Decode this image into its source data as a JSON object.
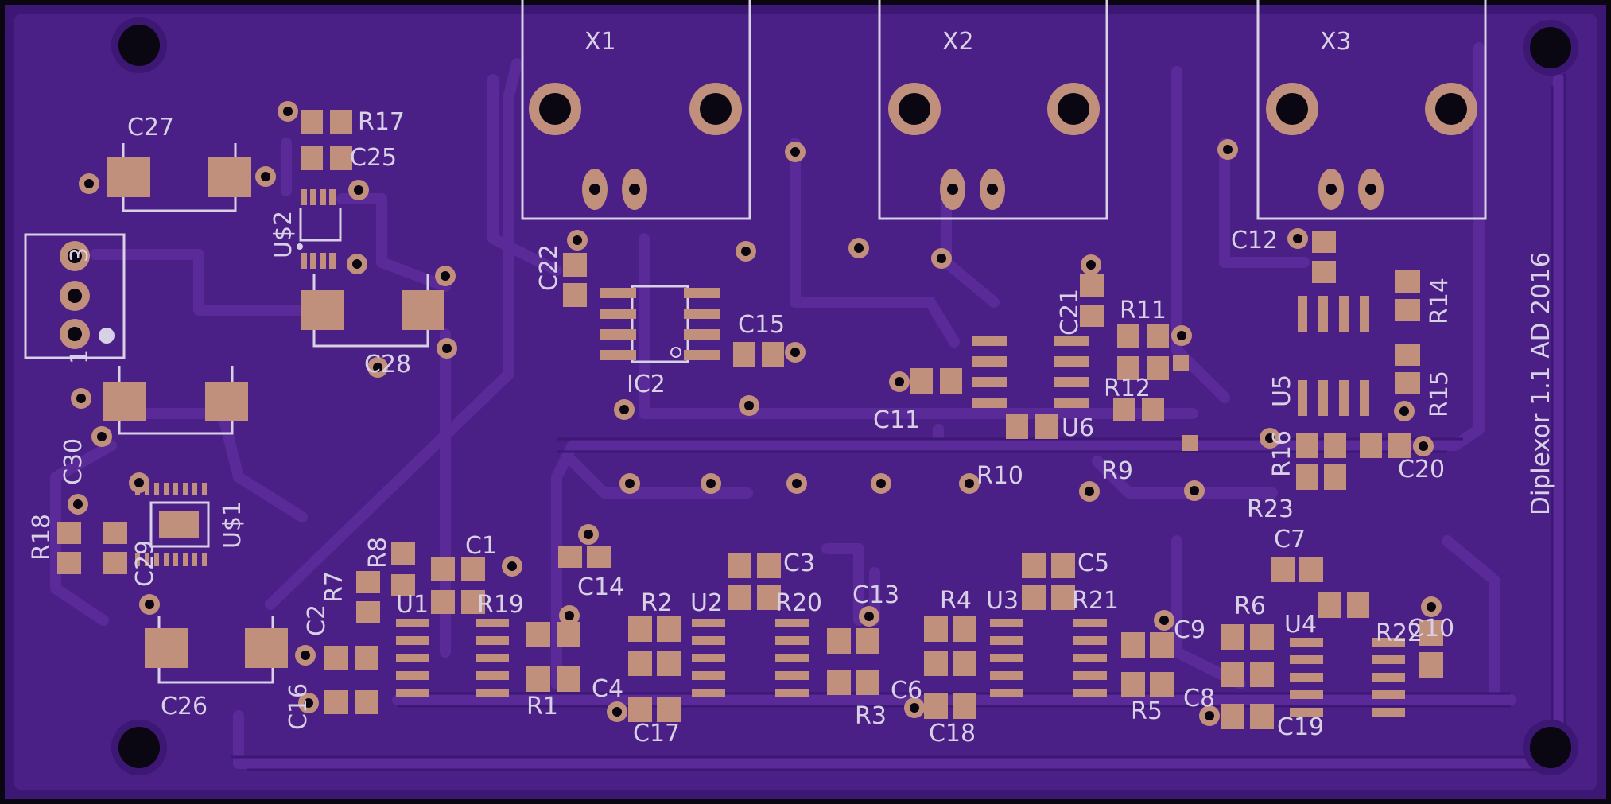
{
  "board": {
    "colors": {
      "substrate": "#3c1773",
      "copper": "#4a1f86",
      "trace": "#5a2a98",
      "silkscreen": "#d8d0e4",
      "pad": "#c0907c",
      "drill": "#0a0612",
      "edge": "#0a0712"
    },
    "title": "Diplexor 1.1 AD 2016",
    "connectors": [
      "X1",
      "X2",
      "X3"
    ],
    "labels": {
      "C27": "C27",
      "R17": "R17",
      "C25": "C25",
      "U$2": "U$2",
      "C28": "C28",
      "C30": "C30",
      "R18": "R18",
      "C29": "C29",
      "U$1": "U$1",
      "C26": "C26",
      "C22": "C22",
      "IC2": "IC2",
      "C15": "C15",
      "C11": "C11",
      "C21": "C21",
      "R11": "R11",
      "R12": "R12",
      "U6": "U6",
      "C12": "C12",
      "R14": "R14",
      "R15": "R15",
      "U5": "U5",
      "R16": "R16",
      "C20": "C20",
      "R10": "R10",
      "R9": "R9",
      "R23": "R23",
      "R8": "R8",
      "C1": "C1",
      "R7": "R7",
      "C2": "C2",
      "U1": "U1",
      "R19": "R19",
      "C14": "C14",
      "R2": "R2",
      "U2": "U2",
      "C3": "C3",
      "R20": "R20",
      "C13": "C13",
      "R4": "R4",
      "U3": "U3",
      "C5": "C5",
      "R21": "R21",
      "C7": "C7",
      "R6": "R6",
      "U4": "U4",
      "R22": "R22",
      "C10": "C10",
      "C9": "C9",
      "C16": "C16",
      "R1": "R1",
      "C4": "C4",
      "C17": "C17",
      "R3": "R3",
      "C6": "C6",
      "C18": "C18",
      "R5": "R5",
      "C8": "C8",
      "C19": "C19",
      "pin1": "1",
      "pin3": "3"
    }
  }
}
